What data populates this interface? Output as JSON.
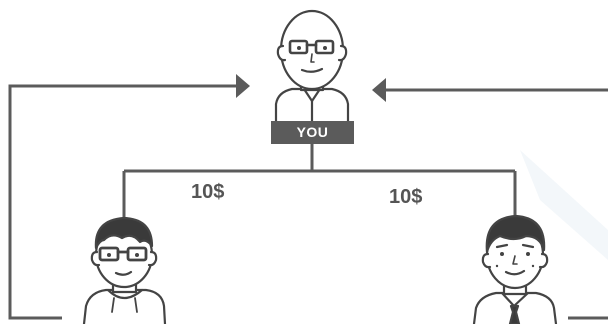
{
  "diagram": {
    "center_label": "YOU",
    "payments": [
      {
        "amount": "10$"
      },
      {
        "amount": "10$"
      }
    ],
    "nodes": [
      {
        "role": "you",
        "icon": "bald-man-glasses-avatar"
      },
      {
        "role": "left-person",
        "icon": "hoodie-man-glasses-avatar"
      },
      {
        "role": "right-person",
        "icon": "businessman-tie-avatar"
      }
    ],
    "colors": {
      "line": "#5b5b5b",
      "label_bg": "#5b5b5b",
      "label_text": "#ffffff",
      "amount_text": "#555555",
      "outline": "#444444",
      "hair": "#3a3a3a",
      "skin": "#ffffff"
    }
  }
}
